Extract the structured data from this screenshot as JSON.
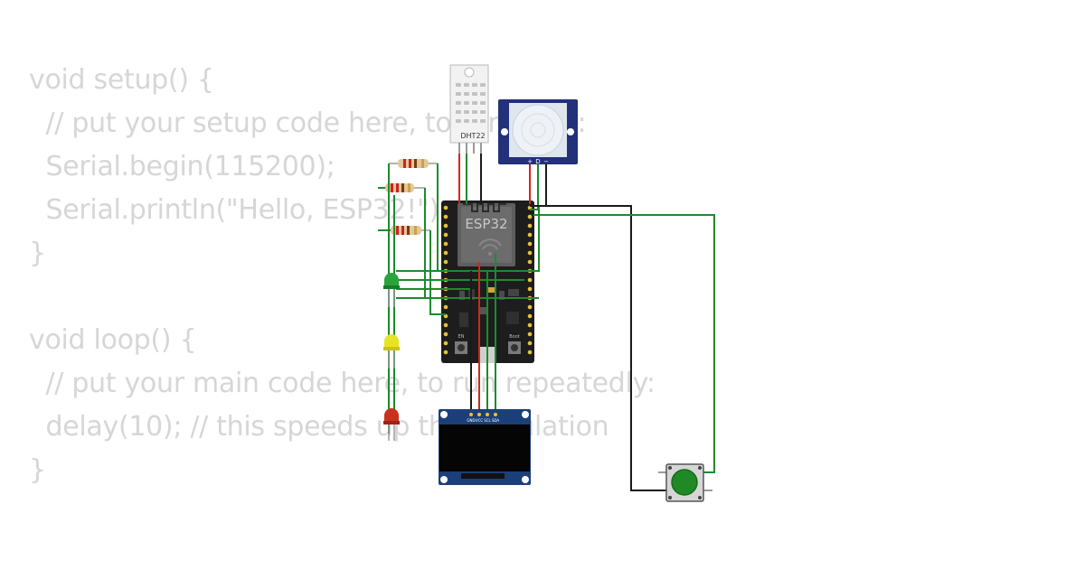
{
  "code": {
    "lines": [
      "void setup() {",
      "  // put your setup code here, to run once:",
      "  Serial.begin(115200);",
      "  Serial.println(\"Hello, ESP32!\");",
      "}",
      "",
      "void loop() {",
      "  // put your main code here, to run repeatedly:",
      "  delay(10); // this speeds up the simulation",
      "}"
    ]
  },
  "components": {
    "dht22": {
      "label": "DHT22"
    },
    "esp32": {
      "label": "ESP32"
    },
    "pir": {
      "pins": [
        "+",
        "D",
        "−"
      ]
    },
    "oled": {
      "pins": [
        "GND",
        "VCC",
        "SCL",
        "SDA"
      ]
    },
    "esp32_buttons": {
      "left": "EN",
      "right": "Boot"
    }
  },
  "colors": {
    "wire_green": "#1e8a2e",
    "wire_red": "#d9241c",
    "wire_black": "#1a1a1a",
    "code_text": "#d6d6d6",
    "pcb": "#1d1d1d",
    "pir_board": "#23307a",
    "oled_board": "#1c3f7a",
    "button_cap": "#1f8a25",
    "led_green": "#2aa43a",
    "led_yellow": "#e8e324",
    "led_red": "#c8321e"
  }
}
